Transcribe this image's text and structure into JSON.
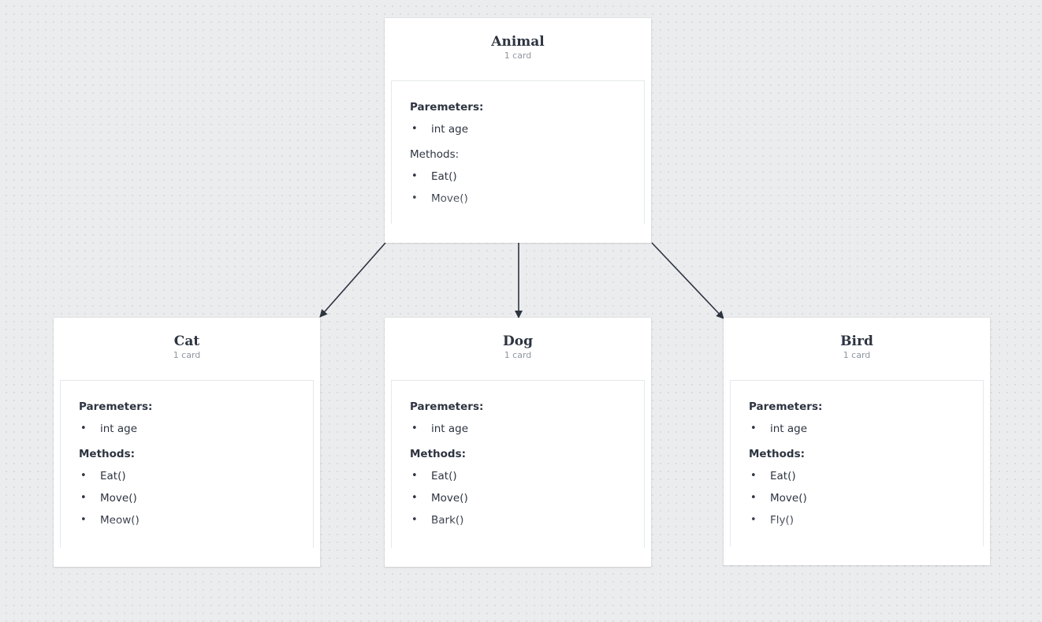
{
  "nodes": [
    {
      "id": "animal",
      "title": "Animal",
      "count": "1 card",
      "params_label": "Paremeters:",
      "params": [
        "int age"
      ],
      "methods_label": "Methods:",
      "methods": [
        "Eat()",
        "Move()"
      ]
    },
    {
      "id": "cat",
      "title": "Cat",
      "count": "1 card",
      "params_label": "Paremeters:",
      "params": [
        "int age"
      ],
      "methods_label": "Methods:",
      "methods": [
        "Eat()",
        "Move()",
        "Meow()"
      ]
    },
    {
      "id": "dog",
      "title": "Dog",
      "count": "1 card",
      "params_label": "Paremeters:",
      "params": [
        "int age"
      ],
      "methods_label": "Methods:",
      "methods": [
        "Eat()",
        "Move()",
        "Bark()"
      ]
    },
    {
      "id": "bird",
      "title": "Bird",
      "count": "1 card",
      "params_label": "Paremeters:",
      "params": [
        "int age"
      ],
      "methods_label": "Methods:",
      "methods": [
        "Eat()",
        "Move()",
        "Fly()"
      ]
    }
  ],
  "edges": [
    {
      "from": "animal",
      "to": "cat"
    },
    {
      "from": "animal",
      "to": "dog"
    },
    {
      "from": "animal",
      "to": "bird"
    }
  ],
  "colors": {
    "canvas": "#ebecee",
    "node": "#ffffff",
    "text": "#2d3440",
    "muted": "#8f96a1",
    "connector": "#2d3440"
  }
}
